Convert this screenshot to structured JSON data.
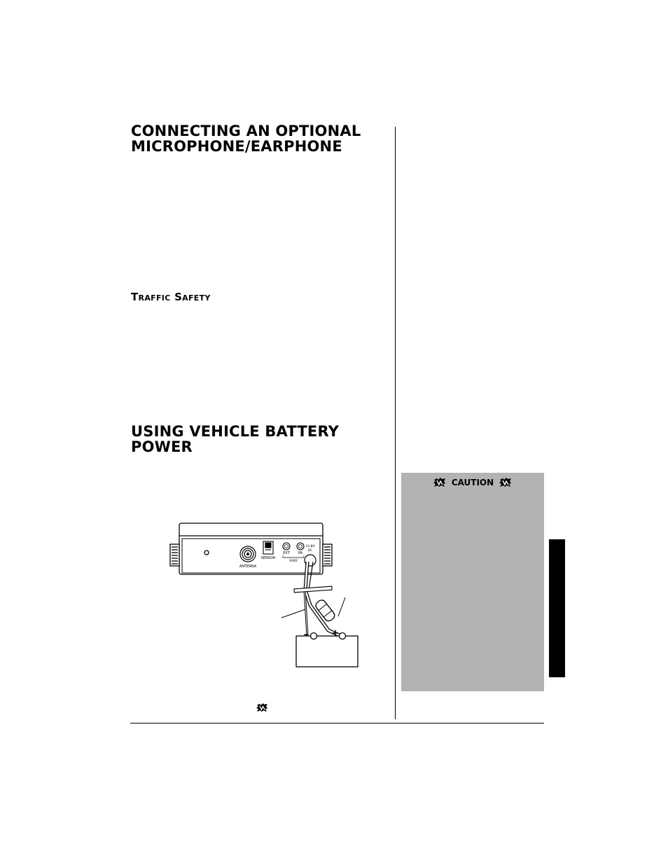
{
  "sections": {
    "mic_heading": "CONNECTING AN OPTIONAL\nMICROPHONE/EARPHONE",
    "traffic_heading": {
      "t_cap": "T",
      "t_rest": "raffic",
      "s_cap": "S",
      "s_rest": "afety"
    },
    "battery_heading": "USING VEHICLE BATTERY\nPOWER"
  },
  "caution": {
    "label": "CAUTION",
    "box_color": "#b3b3b3",
    "icon": "warning-burst-icon"
  },
  "diagram": {
    "jack_labels": {
      "antenna": "ANTENNA",
      "sensor": "SENSOR",
      "ext": "EXT",
      "pa": "PA",
      "speaker": "SPKR",
      "dc_line1": "13.8V",
      "dc_line2": "DC",
      "minus": "–",
      "plus": "+"
    }
  },
  "side_tab": {
    "color": "#000000"
  },
  "footer": {
    "icon": "warning-burst-icon"
  }
}
